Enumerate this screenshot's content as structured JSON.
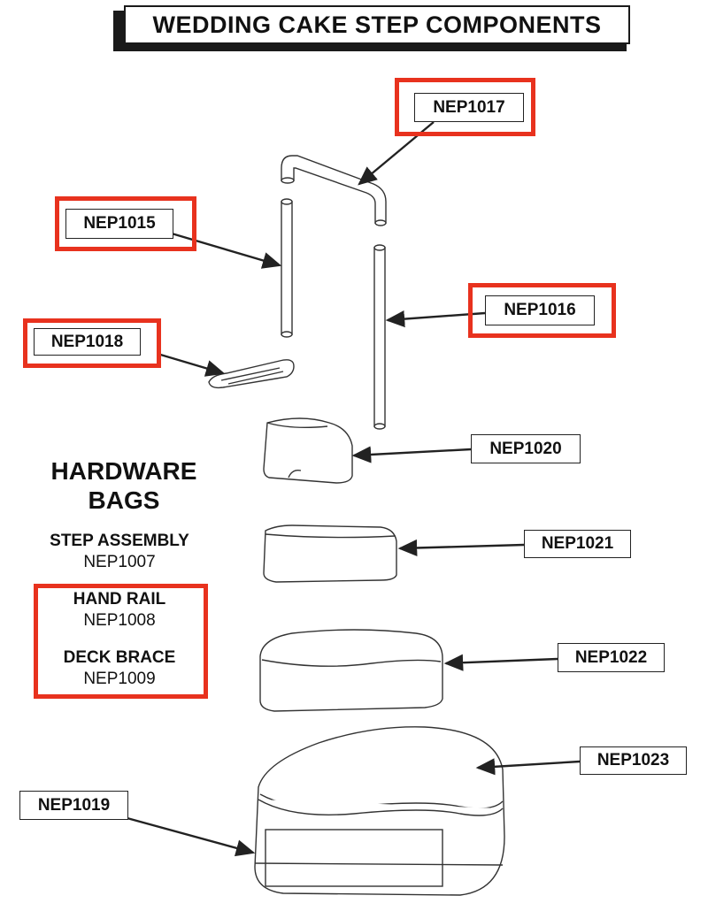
{
  "title": "WEDDING CAKE STEP COMPONENTS",
  "parts": {
    "nep1017": "NEP1017",
    "nep1015": "NEP1015",
    "nep1016": "NEP1016",
    "nep1018": "NEP1018",
    "nep1020": "NEP1020",
    "nep1021": "NEP1021",
    "nep1022": "NEP1022",
    "nep1023": "NEP1023",
    "nep1019": "NEP1019"
  },
  "hardware": {
    "title_line1": "HARDWARE",
    "title_line2": "BAGS",
    "items": [
      {
        "name": "STEP ASSEMBLY",
        "code": "NEP1007"
      },
      {
        "name": "HAND RAIL",
        "code": "NEP1008"
      },
      {
        "name": "DECK BRACE",
        "code": "NEP1009"
      }
    ]
  },
  "colors": {
    "highlight": "#e8321e",
    "line": "#222222"
  }
}
